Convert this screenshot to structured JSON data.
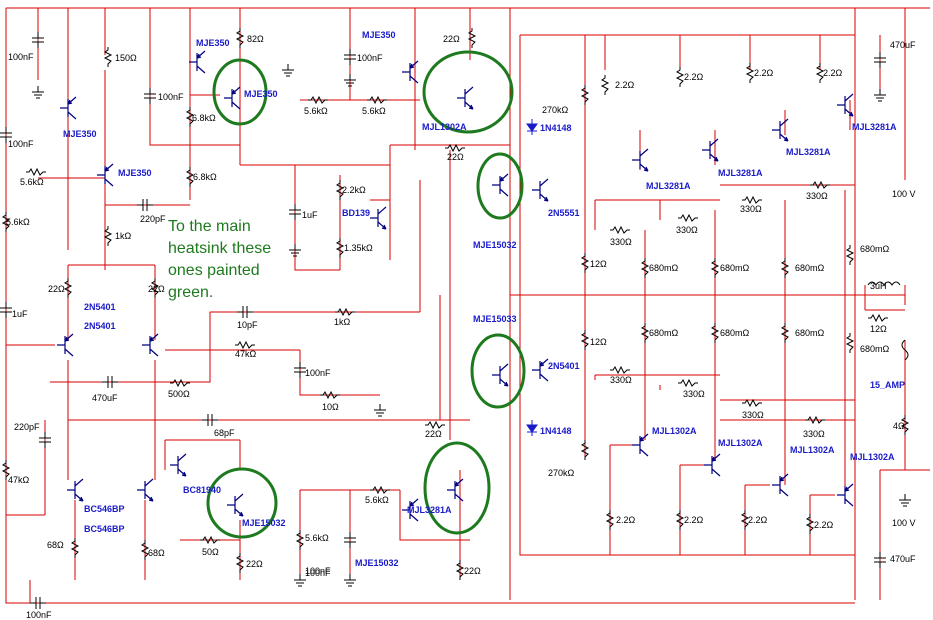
{
  "annotation": {
    "lines": [
      "To the main",
      "heatsink these",
      "ones painted",
      "green."
    ],
    "highlight_color": "#1e7a1e"
  },
  "colors": {
    "wire": "#d80000",
    "part": "#000000",
    "transistor": "#000080",
    "part_label": "#1a1ac8"
  },
  "components": {
    "c_100nf_tl": "100nF",
    "c_100nf_l": "100nF",
    "r_5k6_l": "5.6kΩ",
    "r_5k6_l2": "5.6kΩ",
    "q_mje350_a": "MJE350",
    "q_mje350_b": "MJE350",
    "r_150": "150Ω",
    "c_100nf_m": "100nF",
    "q_mje350_c": "MJE350",
    "r_82": "82Ω",
    "q_mje350_d": "MJE350",
    "r_6k8_a": "6.8kΩ",
    "r_6k8_b": "6.8kΩ",
    "c_220pf_a": "220pF",
    "r_1k_a": "1kΩ",
    "q_mje350_e": "MJE350",
    "c_100nf_top": "100nF",
    "r_5k6_m1": "5.6kΩ",
    "r_5k6_m2": "5.6kΩ",
    "r_22_top": "22Ω",
    "q_mjl1302a_top": "MJL1302A",
    "r_22_b": "22Ω",
    "r_2k2": "2.2kΩ",
    "q_bd139": "BD139",
    "r_1k35": "1.35kΩ",
    "c_1uf_m": "1uF",
    "r_22_c": "22Ω",
    "r_22_d": "22Ω",
    "q_2n5401_a": "2N5401",
    "q_2n5401_b": "2N5401",
    "c_1uf_l": "1uF",
    "c_10pf": "10pF",
    "r_1k_b": "1kΩ",
    "r_47k_a": "47kΩ",
    "c_100nf_n": "100nF",
    "c_470uf_l": "470uF",
    "r_500": "500Ω",
    "r_10": "10Ω",
    "c_220pf_b": "220pF",
    "r_47k_b": "47kΩ",
    "c_68pf": "68pF",
    "r_22_e": "22Ω",
    "q_bc546bp_a": "BC546BP",
    "q_bc546bp_b": "BC546BP",
    "q_bc81940": "BC81940",
    "q_mje15032_a": "MJE15032",
    "r_50": "50Ω",
    "r_68_a": "68Ω",
    "r_68_b": "68Ω",
    "r_22_f": "22Ω",
    "c_100nf_bl": "100nF",
    "r_5k6_b1": "5.6kΩ",
    "r_5k6_b2": "5.6kΩ",
    "c_100nf_b": "100nF",
    "q_mjl3281a_mid": "MJL3281A",
    "q_mje15032_b": "MJE15032",
    "r_22_g": "22Ω",
    "q_mje15032_c": "MJE15032",
    "q_mje15033": "MJE15033",
    "r_270k_a": "270kΩ",
    "d_1n4148_a": "1N4148",
    "q_2n5551": "2N5551",
    "q_2n5401_c": "2N5401",
    "d_1n4148_b": "1N4148",
    "r_270k_b": "270kΩ",
    "r_12_a": "12Ω",
    "r_12_b": "12Ω",
    "r_2r2_1": "2.2Ω",
    "r_2r2_2": "2.2Ω",
    "r_2r2_3": "2.2Ω",
    "r_2r2_4": "2.2Ω",
    "q_mjl3281a_1": "MJL3281A",
    "q_mjl3281a_2": "MJL3281A",
    "q_mjl3281a_3": "MJL3281A",
    "q_mjl3281a_4": "MJL3281A",
    "r_330_1": "330Ω",
    "r_330_2": "330Ω",
    "r_330_3": "330Ω",
    "r_330_4": "330Ω",
    "r_680m_1": "680mΩ",
    "r_680m_2": "680mΩ",
    "r_680m_3": "680mΩ",
    "r_680m_4": "680mΩ",
    "r_680m_5": "680mΩ",
    "r_680m_6": "680mΩ",
    "r_680m_7": "680mΩ",
    "r_680m_8": "680mΩ",
    "r_330_5": "330Ω",
    "r_330_6": "330Ω",
    "r_330_7": "330Ω",
    "r_330_8": "330Ω",
    "q_mjl1302a_1": "MJL1302A",
    "q_mjl1302a_2": "MJL1302A",
    "q_mjl1302a_3": "MJL1302A",
    "q_mjl1302a_4": "MJL1302A",
    "r_2r2_5": "2.2Ω",
    "r_2r2_6": "2.2Ω",
    "r_2r2_7": "2.2Ω",
    "r_2r2_8": "2.2Ω",
    "c_470uf_t": "470uF",
    "v_100_t": "100 V",
    "l_3uh": "3uH",
    "r_12_c": "12Ω",
    "f_amp": "15_AMP",
    "r_4": "4Ω",
    "v_100_b": "100 V",
    "c_470uf_b": "470uF",
    "c_100nf_bot": "100nF"
  }
}
